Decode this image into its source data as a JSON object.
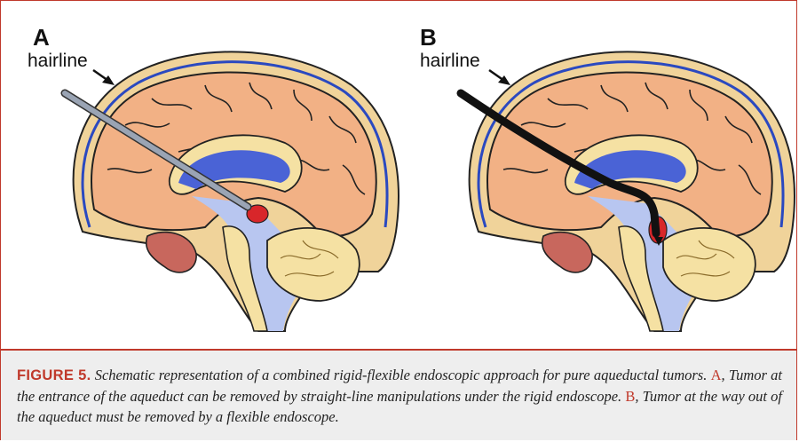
{
  "panels": [
    {
      "letter": "A",
      "label": "hairline",
      "endoscope": "rigid"
    },
    {
      "letter": "B",
      "label": "hairline",
      "endoscope": "flexible"
    }
  ],
  "caption": {
    "figure_label": "FIGURE 5.",
    "text_1": " Schematic representation of a combined rigid-flexible endoscopic approach for pure aqueductal tumors. ",
    "ref_a": "A",
    "text_2": ", Tumor at the entrance of the aqueduct can be removed by straight-line manipulations under the rigid endoscope. ",
    "ref_b": "B",
    "text_3": ", Tumor at the way out of the aqueduct must be removed by a flexible endoscope."
  },
  "colors": {
    "frame": "#c0392b",
    "skull": "#f0d39a",
    "brain": "#f2b185",
    "ventricle": "#4a63d6",
    "csf": "#b8c6f0",
    "cerebellum": "#f5e1a3",
    "tumor": "#d8262a",
    "caption_bg": "#eeeeee"
  }
}
